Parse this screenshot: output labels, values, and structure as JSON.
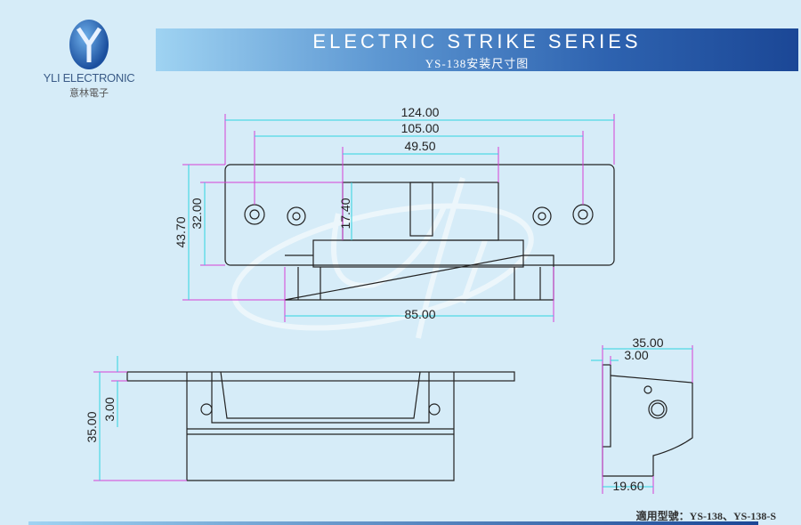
{
  "logo": {
    "name_en": "YLI ELECTRONIC",
    "name_cn": "意林電子"
  },
  "header": {
    "title": "ELECTRIC STRIKE SERIES",
    "subtitle": "YS-138安装尺寸图"
  },
  "top_view": {
    "dims": {
      "overall_length": "124.00",
      "hole_spacing": "105.00",
      "body_width": "49.50",
      "body_depth": "17.40",
      "plate_height": "32.00",
      "overall_height": "43.70",
      "lower_width": "85.00"
    }
  },
  "front_view": {
    "dims": {
      "height": "35.00",
      "flange": "3.00"
    }
  },
  "side_view": {
    "dims": {
      "depth": "35.00",
      "flange": "3.00",
      "bottom": "19.60"
    }
  },
  "footer": {
    "models": "適用型號：YS-138、YS-138-S"
  },
  "colors": {
    "extension_line": "#d63fd6",
    "dimension_line": "#2fd3e0",
    "outline": "#222222",
    "band_dark": "#1b4796"
  }
}
